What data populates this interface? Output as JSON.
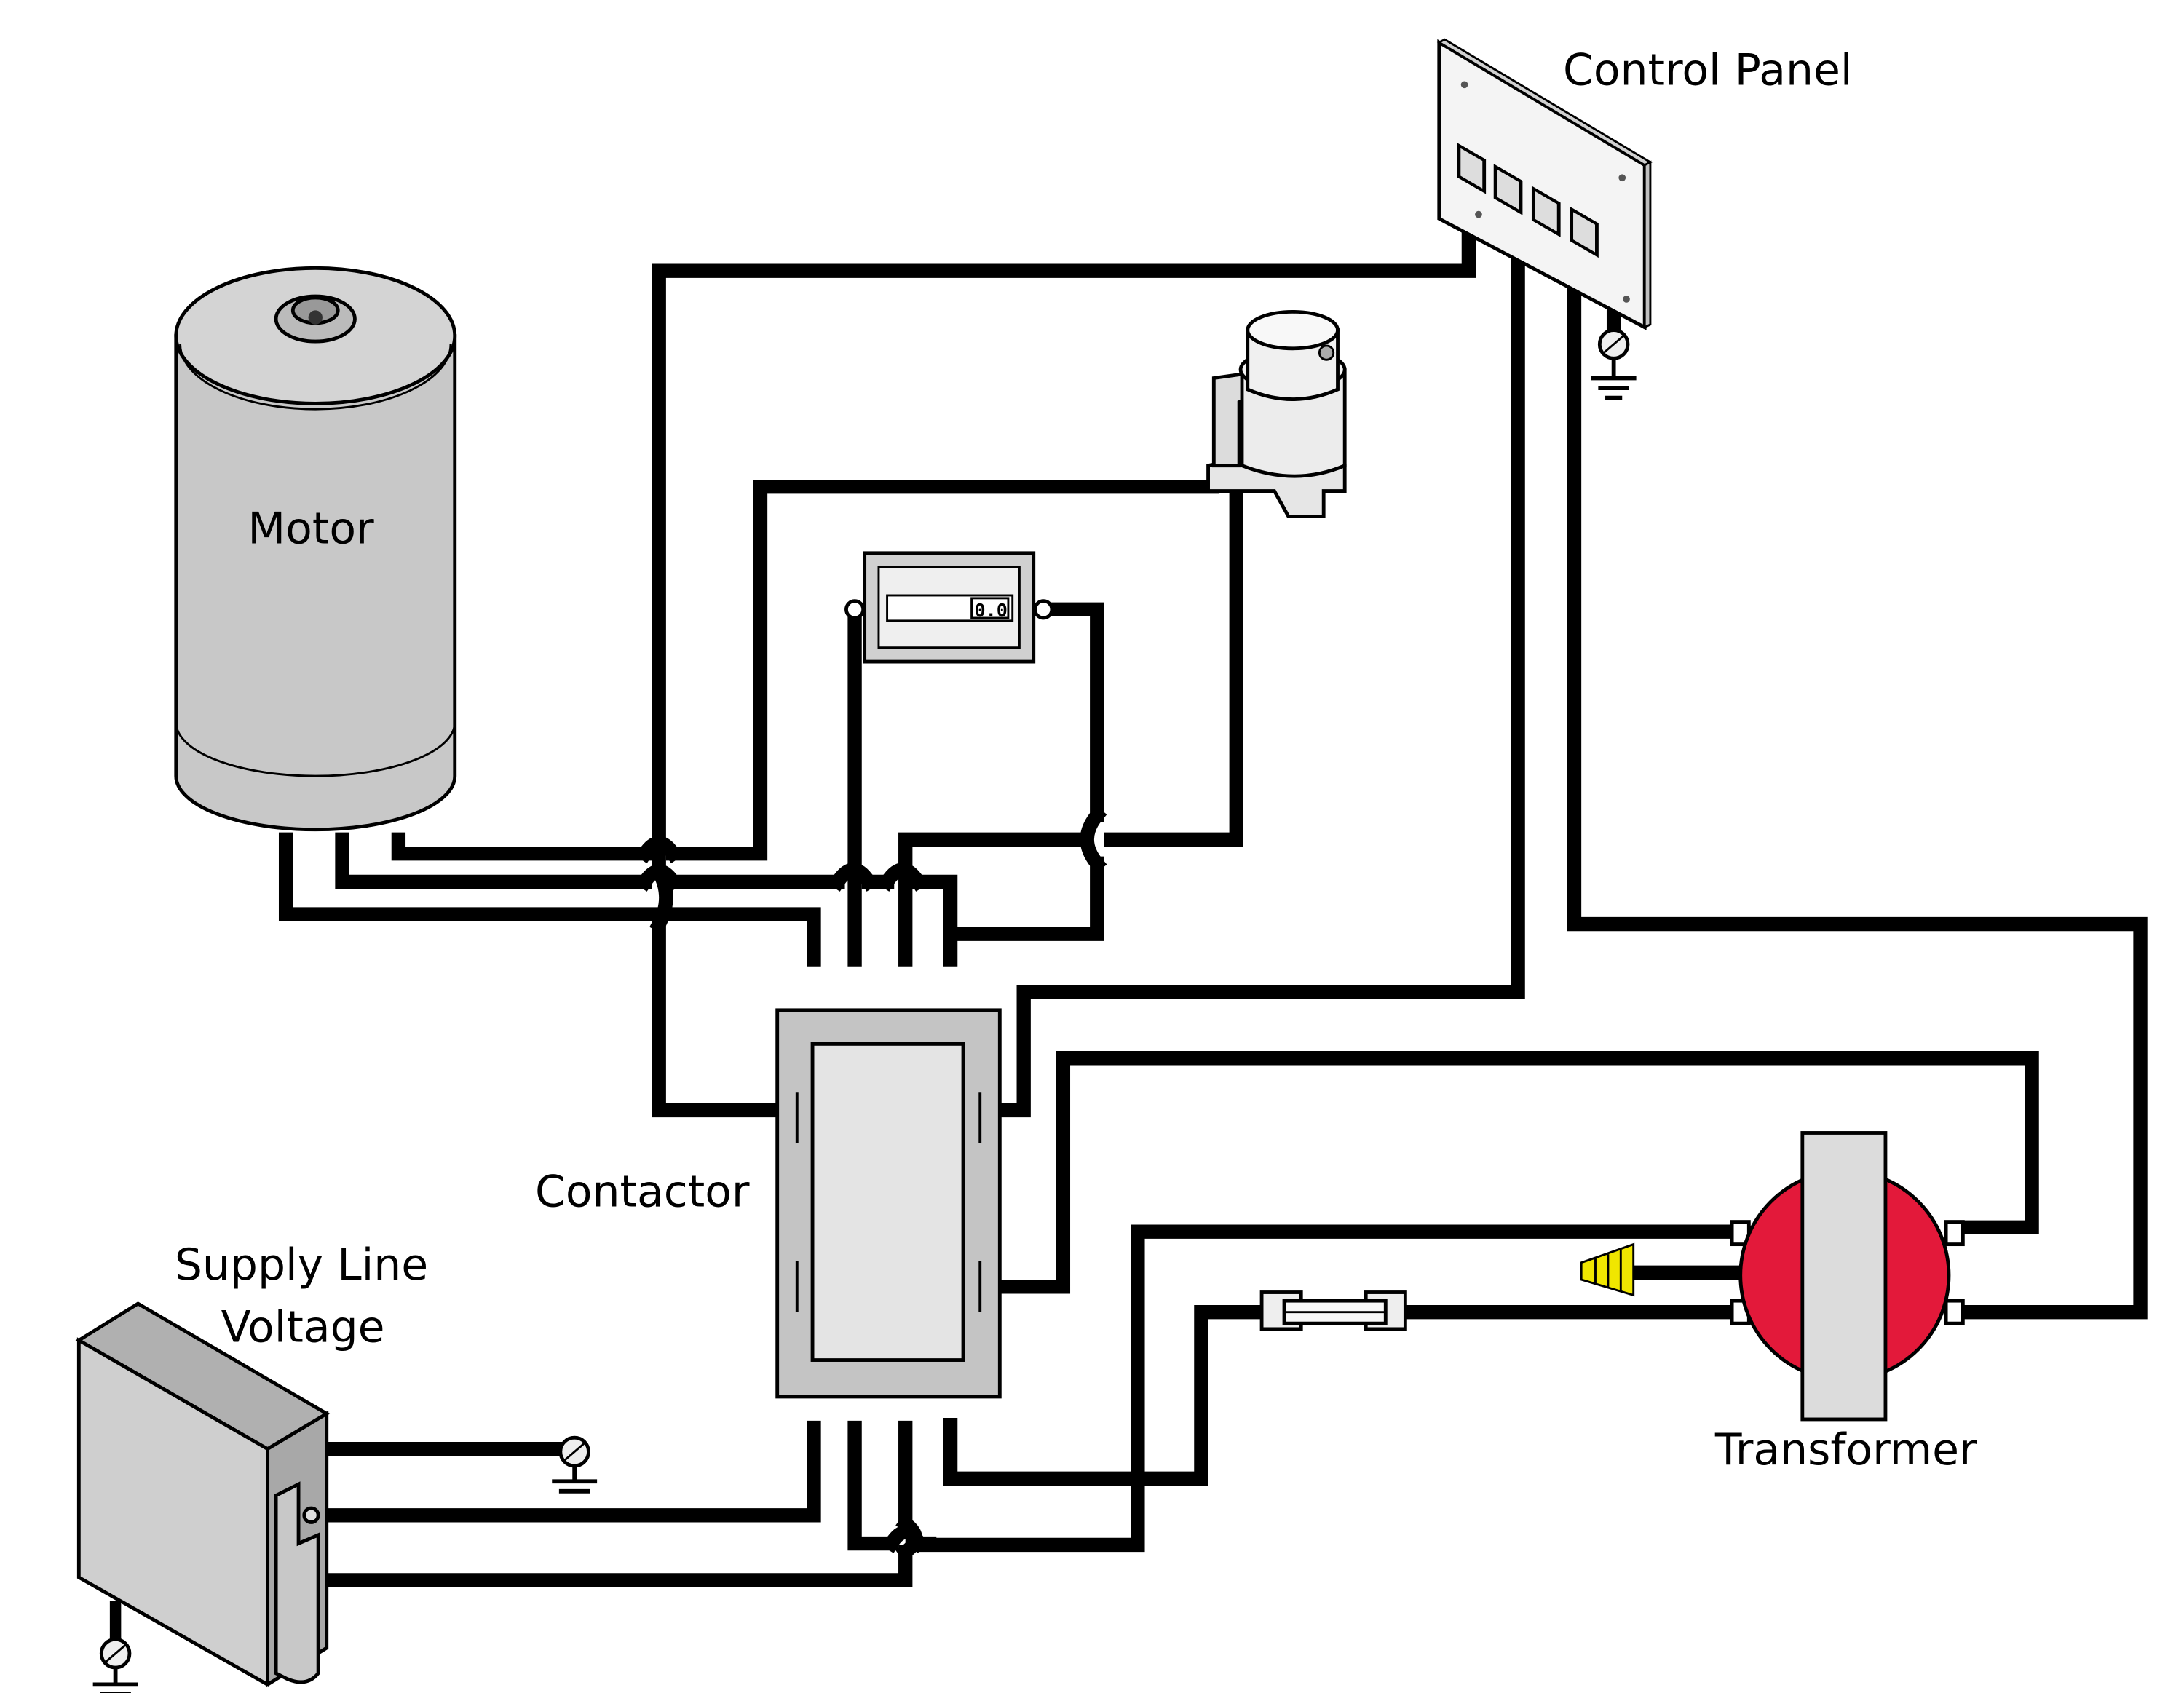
{
  "labels": {
    "control_panel": "Control Panel",
    "motor": "Motor",
    "contactor": "Contactor",
    "supply_line": "Supply Line",
    "supply_voltage": "Voltage",
    "transformer": "Transformer"
  },
  "hour_meter": {
    "reading": "0.0"
  },
  "colors": {
    "transformer_body": "#e3193a",
    "wire_nut": "#f0e600",
    "component_gray": "#c8c8c8",
    "wire": "#000000"
  }
}
